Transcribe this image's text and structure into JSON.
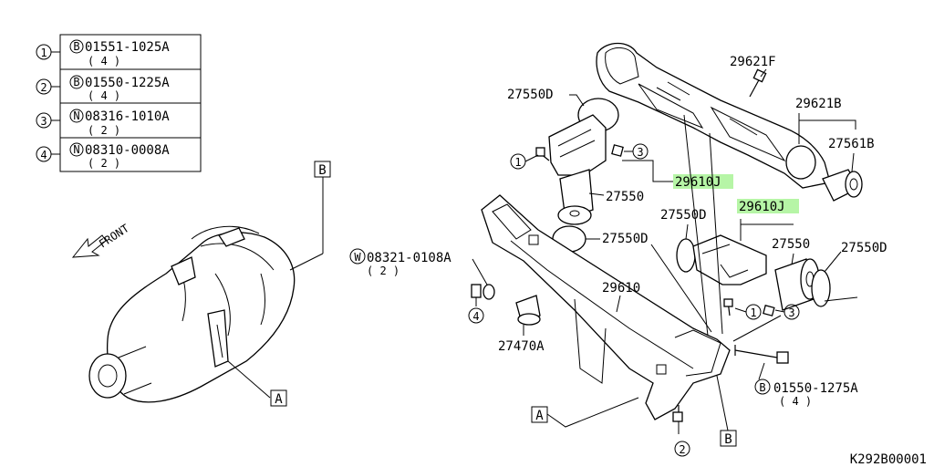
{
  "legend": {
    "rows": [
      {
        "num": "1",
        "prefix": "B",
        "code": "01551-1025A",
        "qty": "( 4 )"
      },
      {
        "num": "2",
        "prefix": "B",
        "code": "01550-1225A",
        "qty": "( 4 )"
      },
      {
        "num": "3",
        "prefix": "N",
        "code": "08316-1010A",
        "qty": "( 2 )"
      },
      {
        "num": "4",
        "prefix": "N",
        "code": "08310-0008A",
        "qty": "( 2 )"
      }
    ]
  },
  "front_label": "FRONT",
  "refs": {
    "a": "A",
    "b": "B"
  },
  "callouts": {
    "c1": "1",
    "c2": "2",
    "c3": "3",
    "c4": "4"
  },
  "parts": {
    "p29621F": "29621F",
    "p29621B": "29621B",
    "p27561B": "27561B",
    "p27550D_top": "27550D",
    "p29610J_1": "29610J",
    "p27550_1": "27550",
    "p27550D_mid": "27550D",
    "p27550D_left": "27550D",
    "p29610J_2": "29610J",
    "p27550_2": "27550",
    "p27550D_right": "27550D",
    "washer_prefix": "W",
    "washer_code": "08321-0108A",
    "washer_qty": "( 2 )",
    "p29610": "29610",
    "p27470A": "27470A",
    "bolt_prefix": "B",
    "bolt_code": "01550-1275A",
    "bolt_qty": "( 4 )",
    "drawing_code": "K292B00001"
  },
  "colors": {
    "highlight": "#b6f5a6"
  }
}
